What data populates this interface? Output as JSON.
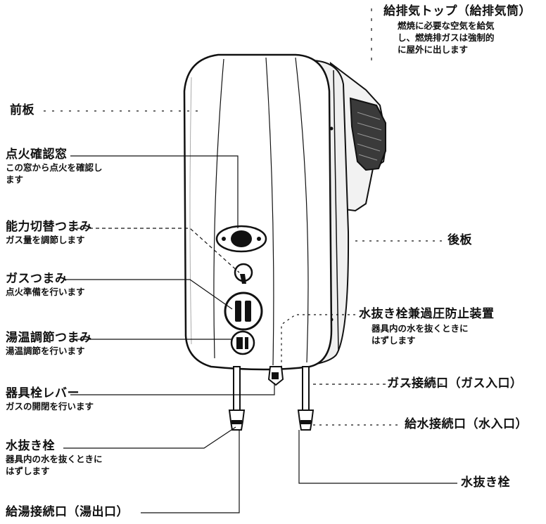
{
  "labels": {
    "vent_top": {
      "title": "給排気トップ（給排気筒）",
      "desc": [
        "燃焼に必要な空気を給気",
        "し、燃焼排ガスは強制的",
        "に屋外に出します"
      ]
    },
    "front_panel": {
      "title": "前板"
    },
    "ignition_window": {
      "title": "点火確認窓",
      "desc": [
        "この窓から点火を確認し",
        "ます"
      ]
    },
    "capacity_knob": {
      "title": "能力切替つまみ",
      "desc": [
        "ガス量を調節します"
      ]
    },
    "rear_panel": {
      "title": "後板"
    },
    "gas_knob": {
      "title": "ガスつまみ",
      "desc": [
        "点火準備を行います"
      ]
    },
    "drain_relief": {
      "title": "水抜き栓兼過圧防止装置",
      "desc": [
        "器具内の水を抜くときに",
        "はずします"
      ]
    },
    "temp_knob": {
      "title": "湯温調節つまみ",
      "desc": [
        "湯温調節を行います"
      ]
    },
    "gas_connection": {
      "title": "ガス接続口（ガス入口）"
    },
    "valve_lever": {
      "title": "器具栓レバー",
      "desc": [
        "ガスの開閉を行います"
      ]
    },
    "water_connection": {
      "title": "給水接続口（水入口）"
    },
    "drain_plug_left": {
      "title": "水抜き栓",
      "desc": [
        "器具内の水を抜くときに",
        "はずします"
      ]
    },
    "drain_plug_right": {
      "title": "水抜き栓"
    },
    "hot_outlet": {
      "title": "給湯接続口（湯出口）"
    }
  }
}
